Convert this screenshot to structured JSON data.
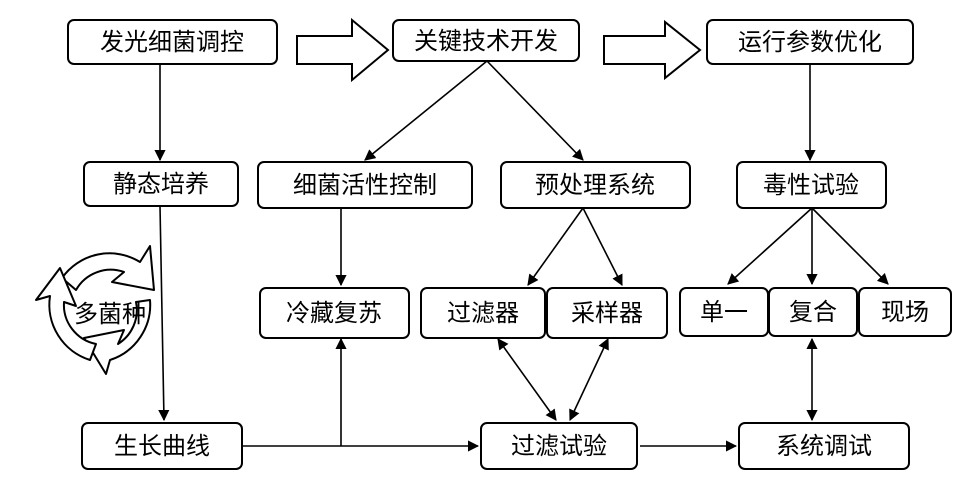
{
  "nodes": {
    "bacteria_regulation": "发光细菌调控",
    "key_tech_dev": "关键技术开发",
    "param_opt": "运行参数优化",
    "static_culture": "静态培养",
    "activity_control": "细菌活性控制",
    "pretreatment": "预处理系统",
    "toxicity_test": "毒性试验",
    "cold_revival": "冷藏复苏",
    "filter": "过滤器",
    "sampler": "采样器",
    "single": "单一",
    "compound": "复合",
    "onsite": "现场",
    "growth_curve": "生长曲线",
    "filter_test": "过滤试验",
    "system_debug": "系统调试"
  },
  "cycle_label": "多菌种"
}
